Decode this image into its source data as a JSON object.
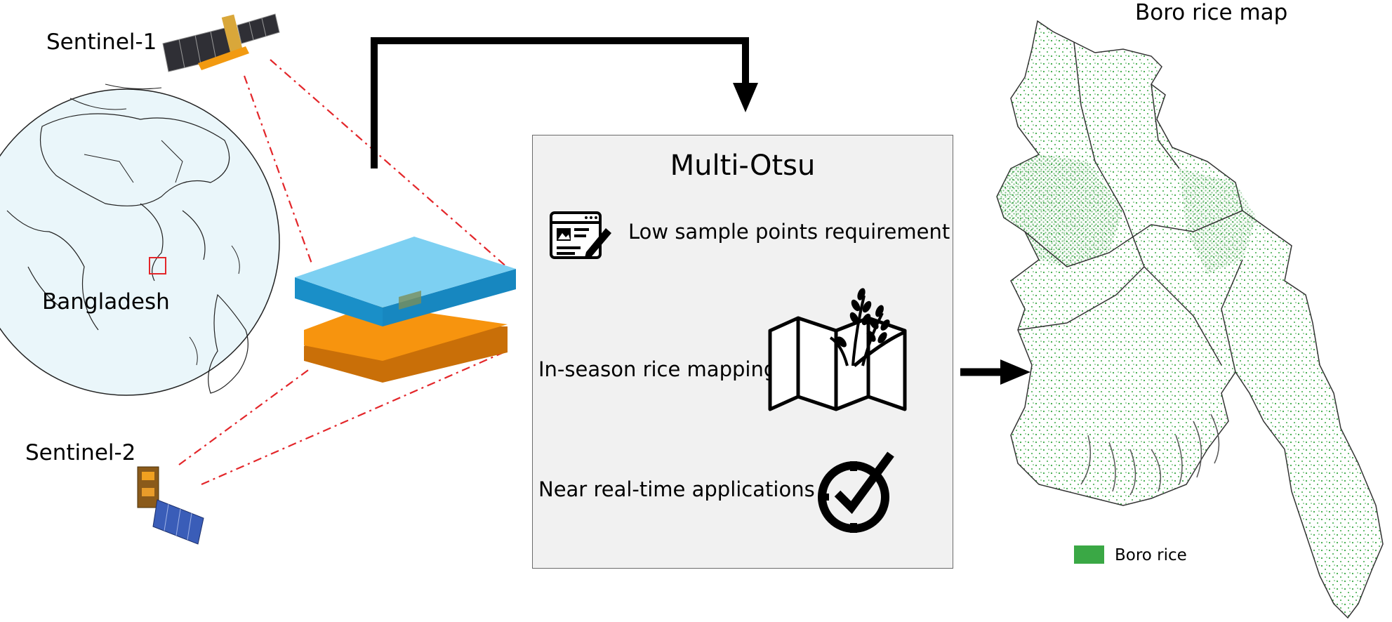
{
  "labels": {
    "sentinel1": "Sentinel-1",
    "sentinel2": "Sentinel-2",
    "bangladesh": "Bangladesh",
    "map_title": "Boro rice map"
  },
  "panel": {
    "title": "Multi-Otsu",
    "features": [
      {
        "label": "Low sample points requirement",
        "icon": "document-edit-icon"
      },
      {
        "label": "In-season rice mapping",
        "icon": "map-rice-icon"
      },
      {
        "label": "Near real-time applications",
        "icon": "clock-check-icon"
      }
    ]
  },
  "legend": {
    "label": "Boro rice",
    "color": "#3aa845"
  },
  "colors": {
    "globe_fill": "#eaf6fa",
    "layer_top": "#7dd0f2",
    "layer_top_side": "#1a8fc8",
    "layer_bottom": "#f7940e",
    "layer_bottom_side": "#c96f08",
    "dash_lines": "#e3262a",
    "rice_green": "#3aa845"
  }
}
